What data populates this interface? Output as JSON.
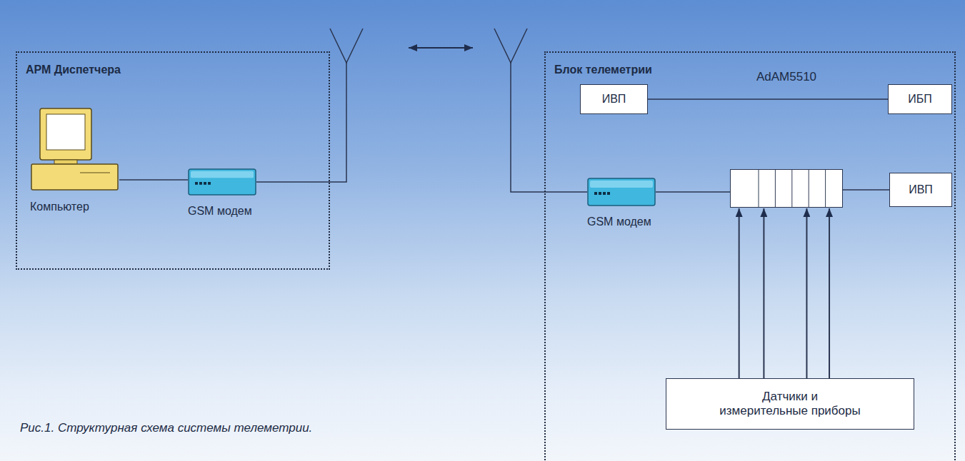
{
  "diagram": {
    "caption": "Рис.1. Структурная схема системы телеметрии.",
    "nodes": [
      {
        "text": [
          "АРМ Диспетчера"
        ]
      },
      {
        "text": [
          "Компьютер"
        ],
        "in": 0
      },
      {
        "text": [
          "GSM модем"
        ],
        "in": 0
      },
      {
        "text": [
          "Блок телеметрии"
        ]
      },
      {
        "text": [
          "ИВП"
        ],
        "in": 3
      },
      {
        "text": [
          "ИБП"
        ],
        "in": 3
      },
      {
        "text": [
          "GSM модем"
        ],
        "in": 3
      },
      {
        "text": [
          "AdAM5510"
        ],
        "in": 3
      },
      {
        "text": [
          "ИВП"
        ],
        "in": 3
      },
      {
        "text": [
          "Датчики и измерительные приборы"
        ],
        "in": 3
      }
    ],
    "edges": [
      {
        "from": 1,
        "to": 2,
        "arrow": "none"
      },
      {
        "from": 4,
        "to": 5,
        "arrow": "none"
      },
      {
        "from": 6,
        "to": 7,
        "arrow": "none"
      },
      {
        "from": 7,
        "to": 8,
        "arrow": "none"
      },
      {
        "from": 9,
        "to": 7,
        "arrow": "to"
      },
      {
        "from": 9,
        "to": 7,
        "arrow": "to"
      },
      {
        "from": 9,
        "to": 7,
        "arrow": "to"
      },
      {
        "from": 9,
        "to": 7,
        "arrow": "to"
      }
    ]
  }
}
